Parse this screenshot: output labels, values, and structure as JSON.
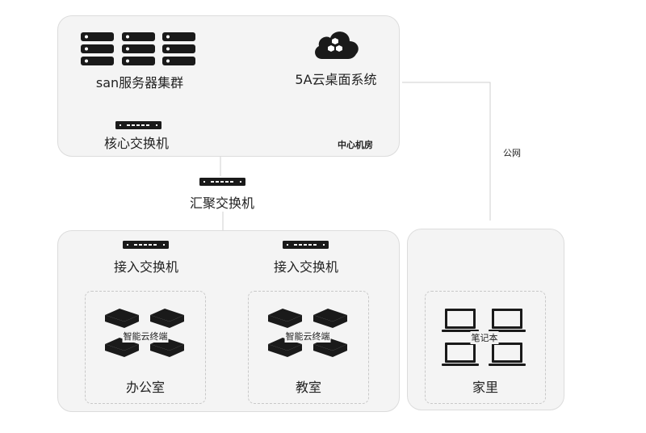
{
  "center_room": {
    "caption": "中心机房",
    "san_cluster_label": "san服务器集群",
    "cloud_system_label": "5A云桌面系统",
    "core_switch_label": "核心交换机"
  },
  "aggregation_switch_label": "汇聚交换机",
  "public_network_label": "公网",
  "office": {
    "access_switch_label": "接入交换机",
    "terminal_label": "智能云终端",
    "name": "办公室"
  },
  "classroom": {
    "access_switch_label": "接入交换机",
    "terminal_label": "智能云终端",
    "name": "教室"
  },
  "home": {
    "device_label": "笔记本",
    "name": "家里"
  },
  "icons": [
    "server-rack-icon",
    "cloud-icon",
    "switch-icon",
    "thin-client-icon",
    "laptop-icon"
  ]
}
